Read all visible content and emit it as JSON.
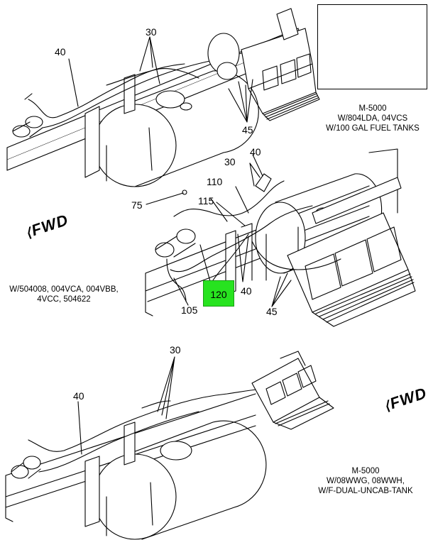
{
  "callouts": {
    "top_30": "30",
    "top_40": "40",
    "top_45": "45",
    "mid_40_top": "40",
    "mid_30": "30",
    "mid_110": "110",
    "mid_75": "75",
    "mid_115": "115",
    "mid_120": "120",
    "mid_105": "105",
    "mid_40_bottom": "40",
    "mid_45": "45",
    "bot_30": "30",
    "bot_40": "40"
  },
  "captions": {
    "top_right": [
      "M-5000",
      "W/804LDA, 04VCS",
      "W/100 GAL FUEL TANKS"
    ],
    "mid_left": [
      "W/504008, 004VCA, 004VBB,",
      "4VCC, 504622"
    ],
    "bot_right": [
      "M-5000",
      "W/08WWG, 08WWH,",
      "W/F-DUAL-UNCAB-TANK"
    ]
  },
  "fwd_markers": {
    "mid_left": "FWD",
    "bot_right": "FWD"
  },
  "colors": {
    "highlight": "#27e31f",
    "line": "#000000"
  },
  "icons": [
    "forward-arrow-icon",
    "location-arrow-icon"
  ]
}
